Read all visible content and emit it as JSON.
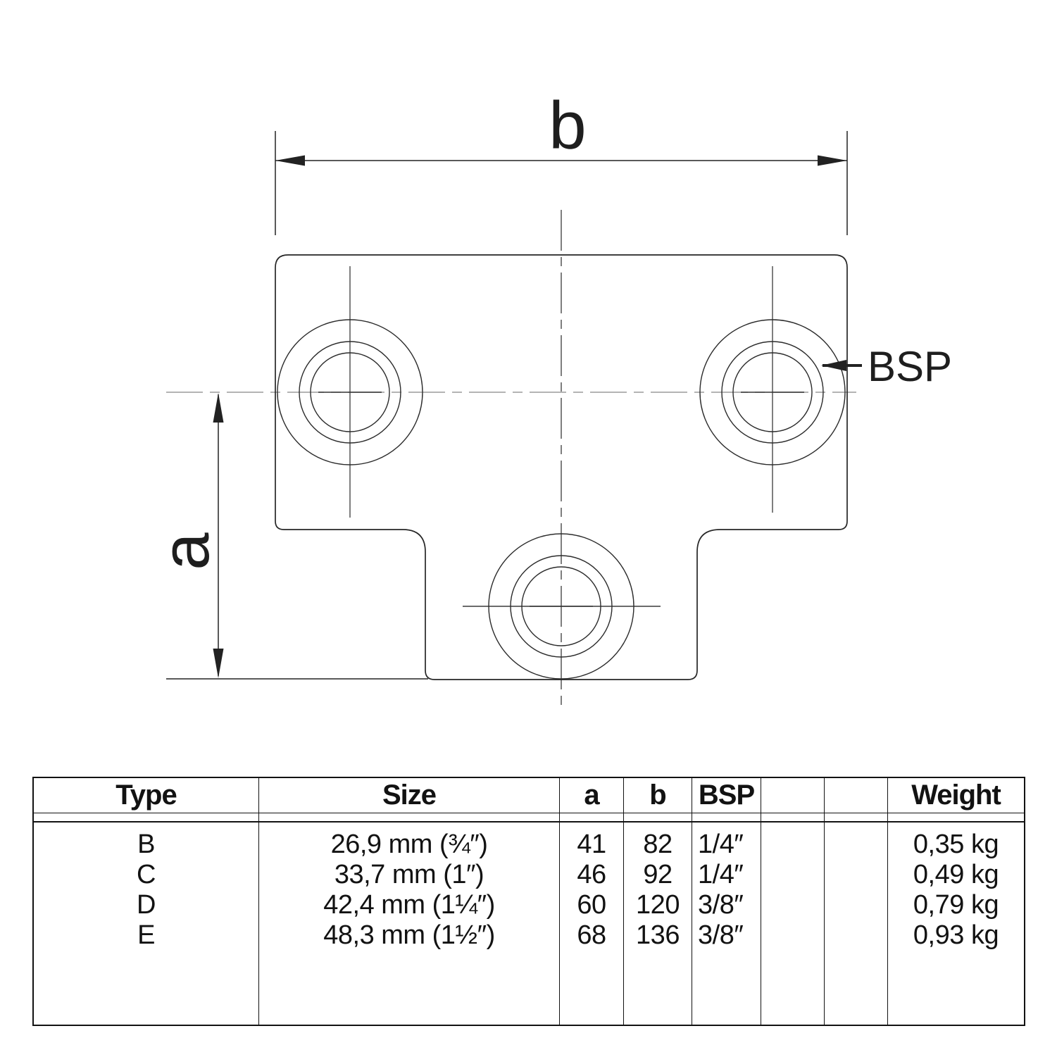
{
  "drawing": {
    "dim_width_label": "b",
    "dim_height_label": "a",
    "thread_label": "BSP"
  },
  "table": {
    "headers": [
      "Type",
      "Size",
      "a",
      "b",
      "BSP",
      "",
      "",
      "Weight"
    ],
    "rows": [
      {
        "type": "B",
        "size": "26,9 mm (¾″)",
        "a": "41",
        "b": "82",
        "bsp": "1/4″",
        "col6": "",
        "col7": "",
        "weight": "0,35 kg"
      },
      {
        "type": "C",
        "size": "33,7 mm (1″)",
        "a": "46",
        "b": "92",
        "bsp": "1/4″",
        "col6": "",
        "col7": "",
        "weight": "0,49 kg"
      },
      {
        "type": "D",
        "size": "42,4 mm (1¼″)",
        "a": "60",
        "b": "120",
        "bsp": "3/8″",
        "col6": "",
        "col7": "",
        "weight": "0,79 kg"
      },
      {
        "type": "E",
        "size": "48,3 mm (1½″)",
        "a": "68",
        "b": "136",
        "bsp": "3/8″",
        "col6": "",
        "col7": "",
        "weight": "0,93 kg"
      }
    ]
  },
  "colors": {
    "line": "#222222",
    "centerline_gray": "#9c9c9c",
    "table_border": "#121212",
    "background": "#ffffff"
  }
}
